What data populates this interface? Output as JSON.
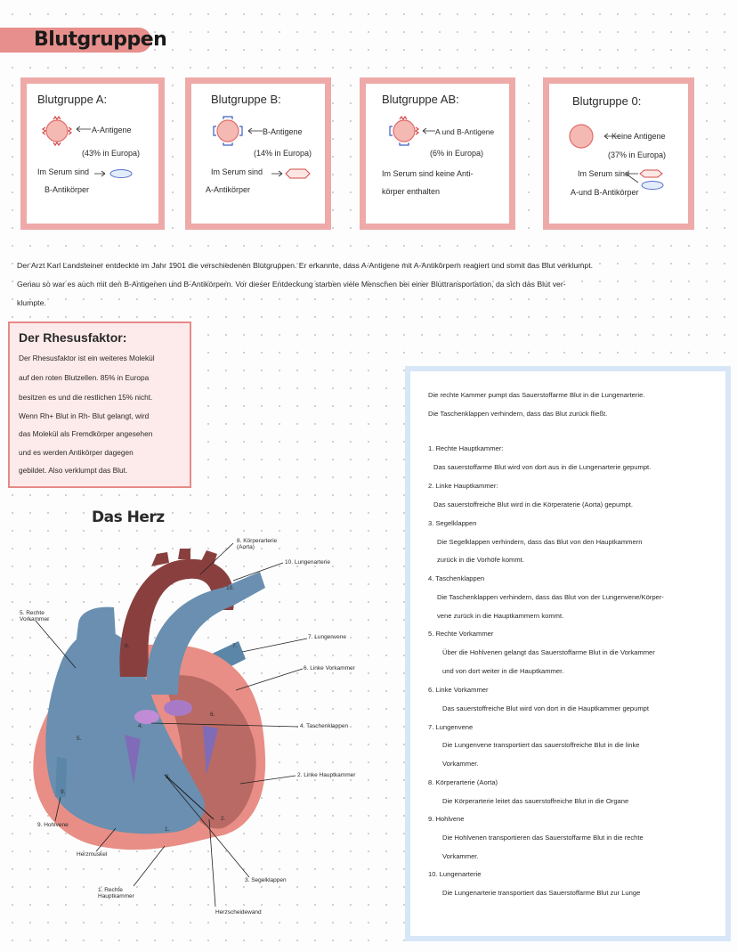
{
  "title": "Blutgruppen",
  "blood_groups": [
    {
      "heading": "Blutgruppe A:",
      "antigen_label": "A-Antigene",
      "percent": "(43% in Europa)",
      "serum": "Im Serum sind",
      "serum2": "B-Antikörper"
    },
    {
      "heading": "Blutgruppe B:",
      "antigen_label": "B-Antigene",
      "percent": "(14% in Europa)",
      "serum": "Im Serum sind",
      "serum2": "A-Antikörper"
    },
    {
      "heading": "Blutgruppe AB:",
      "antigen_label": "A und B-Antigene",
      "percent": "(6% in Europa)",
      "serum": "Im Serum sind keine Anti-",
      "serum2": "körper enthalten"
    },
    {
      "heading": "Blutgruppe 0:",
      "antigen_label": "Keine Antigene",
      "percent": "(37% in Europa)",
      "serum": "Im Serum sind",
      "serum2": "A-und B-Antikörper"
    }
  ],
  "landsteiner": [
    "Der Arzt Karl Landsteiner entdeckte im Jahr 1901 die verschiedenen Blutgruppen. Er erkannte, dass A-Antigene mit A-Antikörpern reagiert und somit das Blut verklumpt.",
    "Genau so war es auch mit den B-Antigenen und B-Antikörpern. Vor dieser Entdeckung starben viele Menschen bei einer Bluttransportation, da sich das Blut ver-",
    "klumpte."
  ],
  "rhesus": {
    "title": "Der Rhesusfaktor:",
    "lines": [
      "Der Rhesusfaktor ist ein weiteres Molekül",
      "auf den roten Blutzellen. 85% in Europa",
      "besitzen es und die restlichen 15% nicht.",
      "Wenn Rh+ Blut in Rh- Blut gelangt, wird",
      "das Molekül als Fremdkörper angesehen",
      "und es werden Antikörper dagegen",
      "gebildet. Also verklumpt das Blut."
    ]
  },
  "heart": {
    "title": "Das Herz",
    "labels": {
      "aorta": "8. Körperarterie (Aorta)",
      "pulmonary_artery": "10. Lungenarterie",
      "right_atrium": "5. Rechte Vorkammer",
      "pulmonary_vein": "7. Lungenvene",
      "left_atrium": "6. Linke Vorkammer",
      "pocket_valves": "4. Taschenklappen",
      "left_ventricle": "2. Linke Hauptkammer",
      "vena_cava": "9. Hohlvene",
      "muscle": "Herzmuskel",
      "right_ventricle": "1. Rechte Hauptkammer",
      "sail_valves": "3. Segelklappen",
      "septum": "Herzscheidewand"
    },
    "numbers": [
      "10.",
      "8.",
      "7.",
      "6.",
      "4.",
      "5.",
      "9.",
      "1.",
      "2.",
      "3."
    ]
  },
  "legend": {
    "intro": [
      "Die rechte Kammer pumpt das Sauerstoffarme Blut in die Lungenarterie.",
      "Die Taschenklappen verhindern, dass das Blut zurück fließt."
    ],
    "items": [
      {
        "title": "1. Rechte Hauptkammer:",
        "lines": [
          "Das sauerstoffarme Blut wird von dort aus in die Lungenarterie gepumpt."
        ]
      },
      {
        "title": "2. Linke Hauptkammer:",
        "lines": [
          "Das sauerstoffreiche Blut wird in die Körperaterie (Aorta) gepumpt."
        ]
      },
      {
        "title": "3. Segelklappen",
        "lines": [
          "Die Segelklappen verhindern, dass das Blut von den Hauptkammern",
          "zurück in die Vorhöfe kommt."
        ]
      },
      {
        "title": "4. Taschenklappen",
        "lines": [
          "Die Taschenklappen verhindern, dass das Blut von der Lungenvene/Körper-",
          "vene zurück in die Hauptkammern kommt."
        ]
      },
      {
        "title": "5. Rechte Vorkammer",
        "lines": [
          "Über die Hohlvenen gelangt das Sauerstoffarme Blut in die Vorkammer",
          "und von dort weiter in die Hauptkammer."
        ]
      },
      {
        "title": "6. Linke Vorkammer",
        "lines": [
          "Das sauerstoffreiche Blut wird von dort in die Hauptkammer gepumpt"
        ]
      },
      {
        "title": "7. Lungenvene",
        "lines": [
          "Die Lungenvene transportiert das sauerstoffreiche Blut in die linke",
          "Vorkammer."
        ]
      },
      {
        "title": "8. Körperarterie (Aorta)",
        "lines": [
          "Die Körperarterie leitet das sauerstoffreiche Blut in die Organe"
        ]
      },
      {
        "title": "9. Hohlvene",
        "lines": [
          "Die Hohlvenen transportieren das Sauerstoffarme Blut in die rechte",
          "Vorkammer."
        ]
      },
      {
        "title": "10. Lungenarterie",
        "lines": [
          "Die Lungenarterie transportiert das Sauerstoffarme Blut zur Lunge"
        ]
      }
    ]
  },
  "colors": {
    "accent_pink": "#e78f8c",
    "card_border": "#eeaaa8",
    "blue_vessel": "#6a8fb0",
    "aorta_red": "#8a3f3f",
    "heart_wall": "#e88e86",
    "legend_border": "#d8e7f8"
  }
}
